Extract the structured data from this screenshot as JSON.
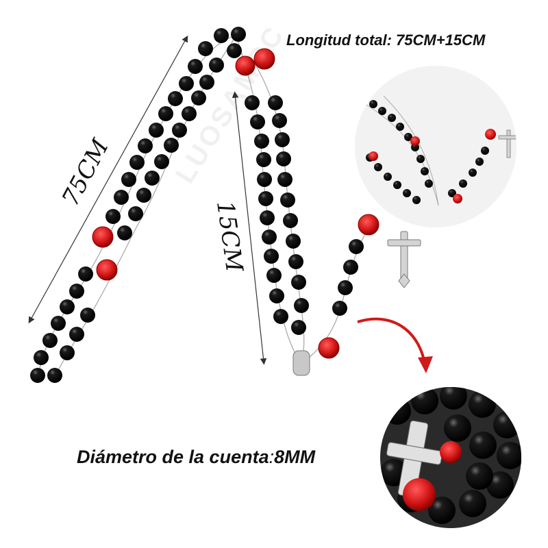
{
  "header": {
    "total_length": "Longitud total: 75CM+15CM"
  },
  "dimensions": {
    "main_length": "75CM",
    "drop_length": "15CM"
  },
  "bead_info": {
    "label": "Diámetro de la cuenta",
    "separator": ":",
    "value": "8MM"
  },
  "watermark": "LUOSAMCC",
  "colors": {
    "bead_black": "#0b0b0b",
    "rose_red": "#d21414",
    "silver": "#b8b8b8",
    "arrow_red": "#d01a1a"
  }
}
